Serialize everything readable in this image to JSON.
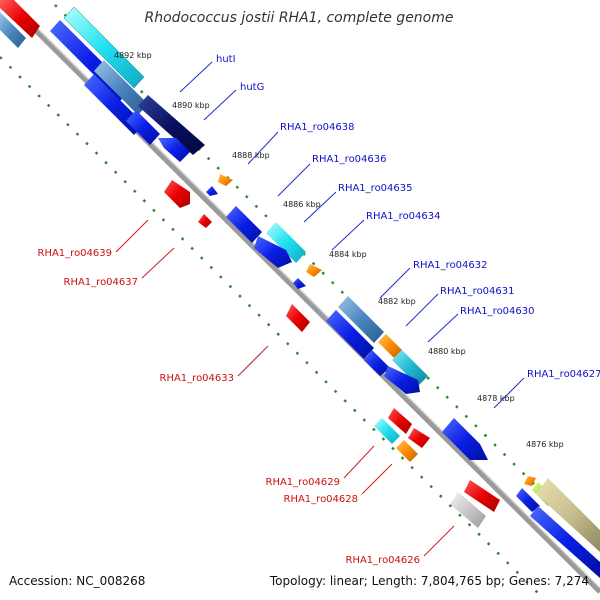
{
  "title": "Rhodococcus jostii RHA1, complete genome",
  "accession": "Accession: NC_008268",
  "summary": "Topology: linear; Length: 7,804,765 bp; Genes: 7,274",
  "colors": {
    "forward_label": "#1010c8",
    "reverse_label": "#cc1010",
    "backbone": "#8c8c8c",
    "tick": "#2a8a2a"
  },
  "ticks": [
    "4892 kbp",
    "4890 kbp",
    "4888 kbp",
    "4886 kbp",
    "4884 kbp",
    "4882 kbp",
    "4880 kbp",
    "4878 kbp",
    "4876 kbp"
  ],
  "forward_labels": [
    "hutI",
    "hutG",
    "RHA1_ro04638",
    "RHA1_ro04636",
    "RHA1_ro04635",
    "RHA1_ro04634",
    "RHA1_ro04632",
    "RHA1_ro04631",
    "RHA1_ro04630",
    "RHA1_ro04627"
  ],
  "reverse_labels": [
    "RHA1_ro04639",
    "RHA1_ro04637",
    "RHA1_ro04633",
    "RHA1_ro04629",
    "RHA1_ro04628",
    "RHA1_ro04626"
  ]
}
